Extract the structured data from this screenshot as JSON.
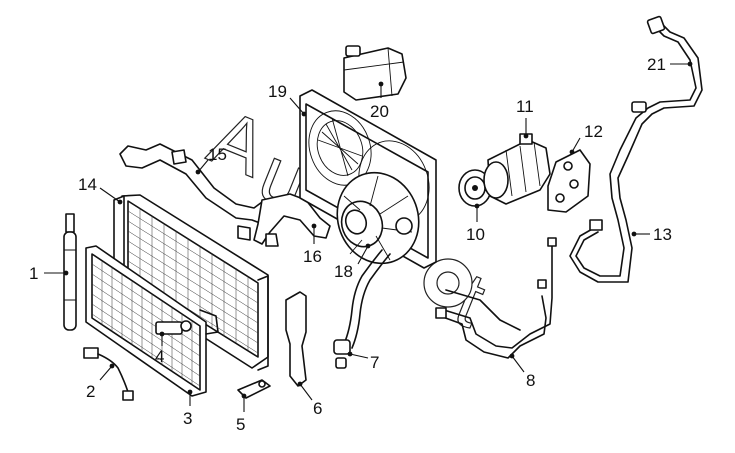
{
  "labels": {
    "l1": "1",
    "l2": "2",
    "l3": "3",
    "l4": "4",
    "l5": "5",
    "l6": "6",
    "l7": "7",
    "l8": "8",
    "l10": "10",
    "l11": "11",
    "l12": "12",
    "l13": "13",
    "l14": "14",
    "l15": "15",
    "l16": "16",
    "l18": "18",
    "l19": "19",
    "l20": "20",
    "l21": "21"
  },
  "watermark": {
    "a": "A",
    "u": "u",
    "t": "t"
  }
}
